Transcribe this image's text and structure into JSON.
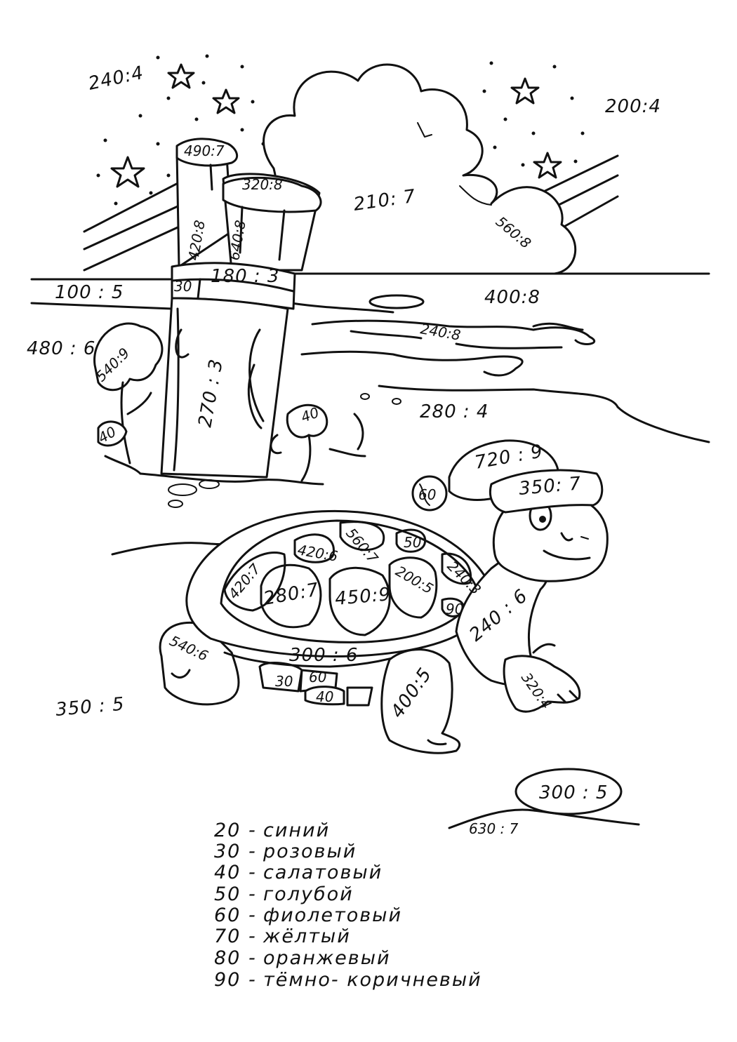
{
  "sky_labels": {
    "a": "240:4",
    "b": "200:4",
    "c": "210: 7",
    "d": "560:8"
  },
  "scene_labels": {
    "lighthouse_top": "490:7",
    "lighthouse_cap": "320:8",
    "lighthouse_left": "420:8",
    "lighthouse_right": "640:8",
    "lighthouse_band": "180 : 3",
    "lighthouse_band_small": "30",
    "lighthouse_body": "270 : 3",
    "shore_left": "100 : 5",
    "shore_right": "400:8",
    "water": "240:8",
    "bush_left_outer": "480 : 6",
    "bush_left": "540:9",
    "bush_left_small": "40",
    "plant_small": "40",
    "sand": "280 : 4",
    "ground_left": "350 : 5",
    "stone": "300 : 5",
    "stone_ground": "630 : 7"
  },
  "turtle_labels": {
    "hat_pompom": "60",
    "hat_top": "720 : 9",
    "hat_band": "350: 7",
    "shell_1": "560:7",
    "shell_2": "420:6",
    "shell_3": "50",
    "shell_4": "420:7",
    "shell_5": "280:7",
    "shell_6": "450:9",
    "shell_7": "200:5",
    "shell_8": "240:3",
    "shell_9": "90",
    "shell_rim": "300 : 6",
    "neck": "240 : 6",
    "leg_back": "540:6",
    "leg_front": "400:5",
    "leg_front_right": "320:4",
    "belly_1": "30",
    "belly_2": "60",
    "belly_3": "40"
  },
  "legend": [
    {
      "num": "20 -",
      "color": "синий"
    },
    {
      "num": "30 -",
      "color": "розовый"
    },
    {
      "num": "40 -",
      "color": "салатовый"
    },
    {
      "num": "50 -",
      "color": "голубой"
    },
    {
      "num": "60 -",
      "color": "фиолетовый"
    },
    {
      "num": "70 -",
      "color": "жёлтый"
    },
    {
      "num": "80 -",
      "color": "оранжевый"
    },
    {
      "num": "90 -",
      "color": "тёмно- коричневый"
    }
  ]
}
